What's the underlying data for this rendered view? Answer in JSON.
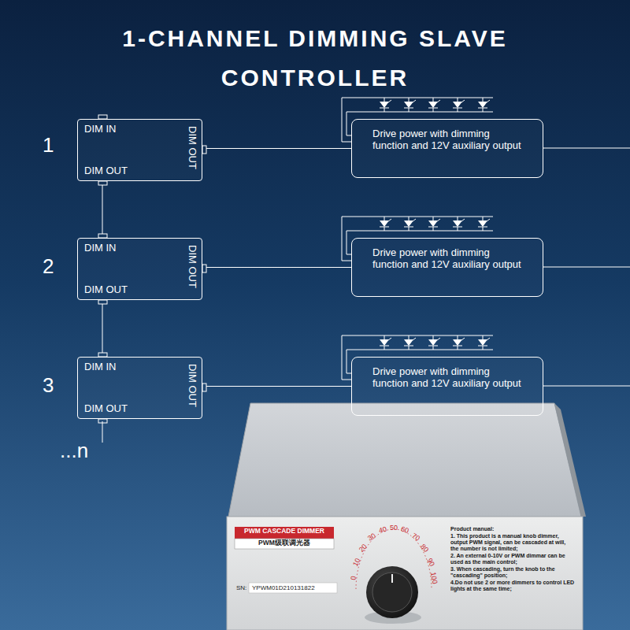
{
  "diagram": {
    "title": "1-CHANNEL DIMMING SLAVE CONTROLLER",
    "nodes": [
      {
        "text": [
          "DIM IN",
          "DIM OUT",
          "DIM OUT"
        ]
      },
      {
        "text": [
          "Drive power with dimming function and 12V auxiliary output"
        ]
      },
      {
        "text": [
          "DIM IN",
          "DIM OUT",
          "DIM OUT"
        ]
      },
      {
        "text": [
          "Drive power with dimming function and 12V auxiliary output"
        ]
      },
      {
        "text": [
          "DIM IN",
          "DIM OUT",
          "DIM OUT"
        ]
      },
      {
        "text": [
          "Drive power with dimming function and 12V auxiliary output"
        ]
      }
    ],
    "edges": [
      {
        "from": 0,
        "to": 1,
        "arrow": "none"
      },
      {
        "from": 0,
        "to": 2,
        "arrow": "none"
      },
      {
        "from": 2,
        "to": 3,
        "arrow": "none"
      },
      {
        "from": 2,
        "to": 4,
        "arrow": "none"
      },
      {
        "from": 4,
        "to": 5,
        "arrow": "none"
      }
    ],
    "labels": [
      "1",
      "2",
      "3",
      "...n",
      "PWM CASCADE DIMMER",
      "PWM级联调光器",
      "0",
      "10",
      "20",
      "30",
      "40",
      "50",
      "60",
      "70",
      "80",
      "90",
      "100",
      "Product manual:",
      "1. This product is a manual knob dimmer, output PWM signal, can be cascaded at will, the number is not limited;",
      "2. An external 0-10V or PWM dimmar can be used as the main control;",
      "3. When cascading, turn the knob to the \"cascading\" position;",
      "4.Do not use 2 or more dimmers to control LED lights at the same time;",
      "SN:",
      "YPWM01D210131822"
    ]
  }
}
